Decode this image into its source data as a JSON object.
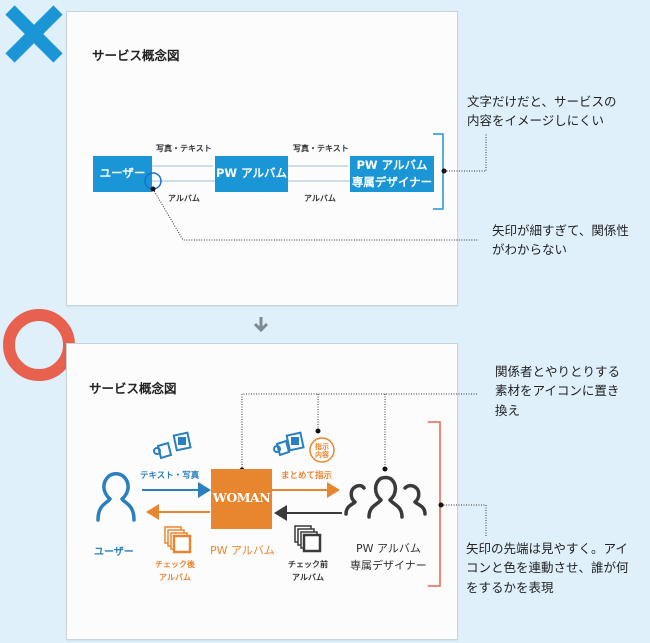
{
  "colors": {
    "background": "#dff0fb",
    "bad_blue": "#1a95d6",
    "good_red": "#e8614f",
    "orange": "#e8862f",
    "dark": "#3a3a3a",
    "user_blue": "#2a7fbf"
  },
  "markers": {
    "bad": "cross-mark",
    "good": "circle-mark",
    "between": "down-arrow"
  },
  "bad_example": {
    "title": "サービス概念図",
    "nodes": {
      "user": "ユーザー",
      "album": "PW アルバム",
      "designer_line1": "PW アルバム",
      "designer_line2": "専属デザイナー"
    },
    "edges": {
      "user_to_album": "写真・テキスト",
      "album_to_user": "アルバム",
      "album_to_designer": "写真・テキスト",
      "designer_to_album": "アルバム"
    },
    "notes": {
      "note1_line1": "文字だけだと、サービスの",
      "note1_line2": "内容をイメージしにくい",
      "note2_line1": "矢印が細すぎて、関係性",
      "note2_line2": "がわからない"
    }
  },
  "good_example": {
    "title": "サービス概念図",
    "nodes": {
      "user": "ユーザー",
      "album": "PW アルバム",
      "album_logo": "WOMAN",
      "designer_line1": "PW アルバム",
      "designer_line2": "専属デザイナー"
    },
    "edges": {
      "user_to_album": "テキスト・写真",
      "album_to_designer": "まとめて指示",
      "instruction_badge_line1": "指示",
      "instruction_badge_line2": "内容",
      "album_to_user_line1": "チェック後",
      "album_to_user_line2": "アルバム",
      "designer_to_album_line1": "チェック前",
      "designer_to_album_line2": "アルバム"
    },
    "notes": {
      "note1_line1": "関係者とやりとりする",
      "note1_line2": "素材をアイコンに置き",
      "note1_line3": "換え",
      "note2_line1": "矢印の先端は見やすく。アイ",
      "note2_line2": "コンと色を連動させ、誰が何",
      "note2_line3": "をするかを表現"
    }
  }
}
